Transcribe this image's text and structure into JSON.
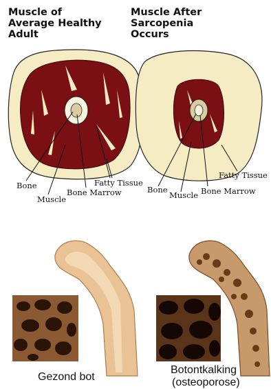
{
  "top": {
    "left_panel": {
      "title": "Muscle of\nAverage Healthy\nAdult",
      "labels": {
        "bone": "Bone",
        "muscle": "Muscle",
        "bone_marrow": "Bone Marrow",
        "fatty_tissue": "Fatty Tissue"
      }
    },
    "right_panel": {
      "title": "Muscle After\nSarcopenia\nOccurs",
      "labels": {
        "bone": "Bone",
        "muscle": "Muscle",
        "bone_marrow": "Bone Marrow",
        "fatty_tissue": "Fatty Tissue"
      }
    }
  },
  "bottom": {
    "left_caption": "Gezond bot",
    "right_caption_line1": "Botontkalking",
    "right_caption_line2": "(osteoporose)"
  },
  "colors": {
    "fat": "#f6ecc4",
    "muscle": "#7a1014",
    "bone": "#d9cda0",
    "marrow": "#f8f3e0",
    "healthy_bone": "#e9c396",
    "osteoporotic_bone": "#a86a3c"
  }
}
